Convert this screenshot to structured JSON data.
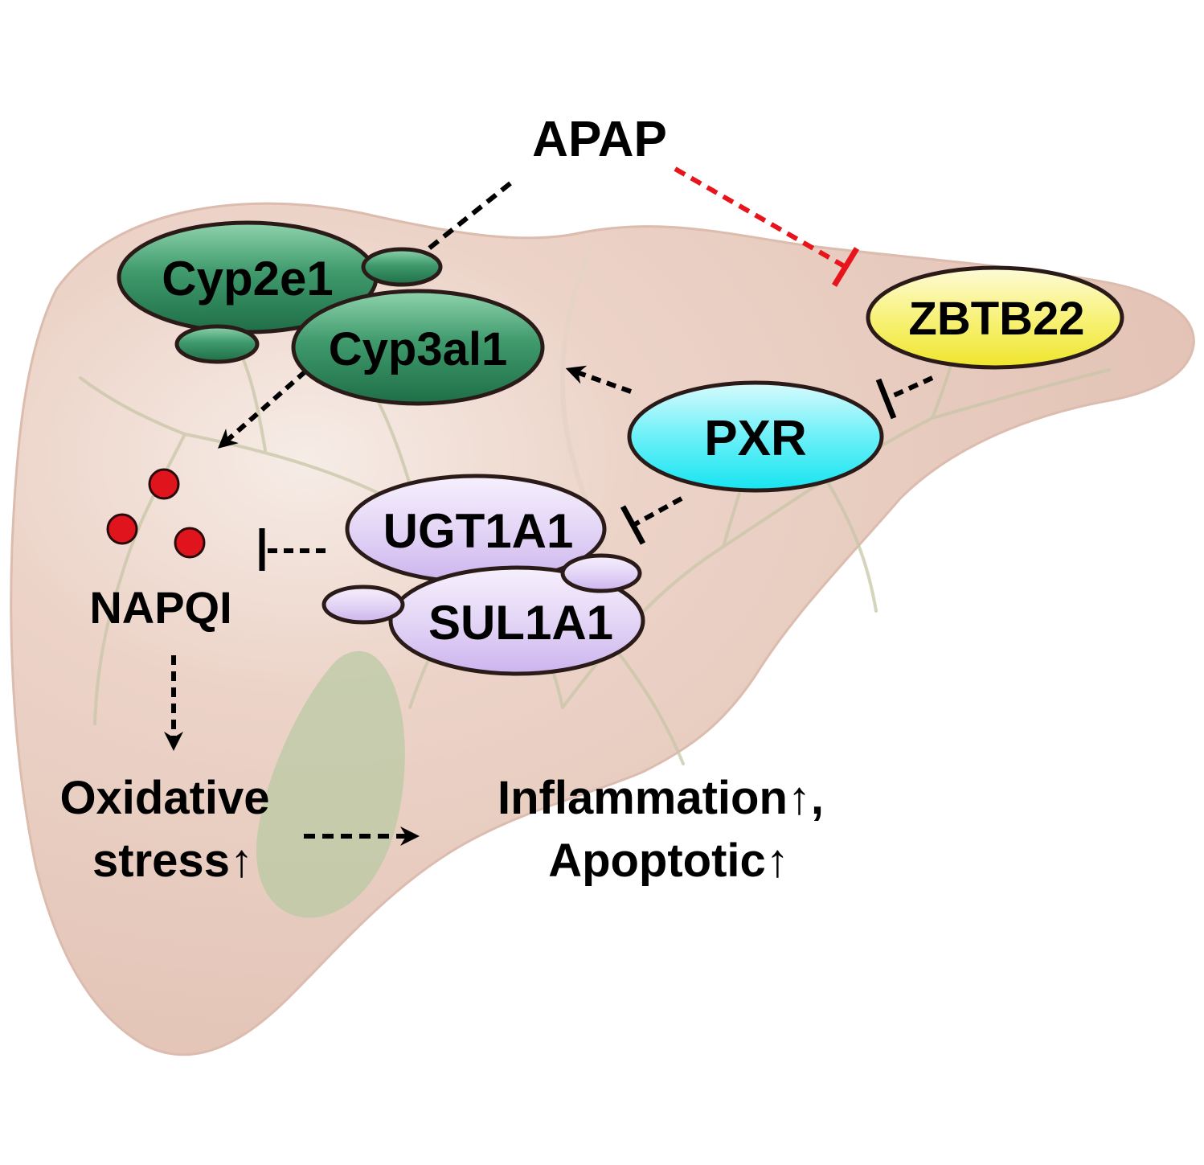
{
  "labels": {
    "apap": "APAP",
    "cyp2e1": "Cyp2e1",
    "cyp3a11": "Cyp3al1",
    "zbtb22": "ZBTB22",
    "pxr": "PXR",
    "ugt1a1": "UGT1A1",
    "sul1a1": "SUL1A1",
    "napqi": "NAPQI",
    "oxidative_line1": "Oxidative",
    "oxidative_line2": "stress↑",
    "outcome_line1": "Inflammation↑,",
    "outcome_line2": "Apoptotic↑"
  },
  "colors": {
    "liver_fill": "#e7c9bd",
    "liver_vessels": "#c9c7a7",
    "gallbladder": "#b7c8a6",
    "cyp_green": "#2e8b5e",
    "pxr_cyan": "#35e6f2",
    "zbtb22_yellow": "#f4ee4a",
    "ugt_sul_purple": "#d9c6f2",
    "napqi_red": "#e0141c",
    "inhibition_red": "#e8141c"
  },
  "edges": [
    {
      "from": "APAP",
      "to": "Cyp2e1",
      "type": "activation",
      "style": "dashed"
    },
    {
      "from": "APAP",
      "to": "ZBTB22",
      "type": "inhibition",
      "style": "dashed",
      "color": "red"
    },
    {
      "from": "ZBTB22",
      "to": "PXR",
      "type": "inhibition",
      "style": "dashed"
    },
    {
      "from": "PXR",
      "to": "Cyp3al1",
      "type": "activation",
      "style": "dashed"
    },
    {
      "from": "PXR",
      "to": "UGT1A1",
      "type": "inhibition",
      "style": "dashed"
    },
    {
      "from": "Cyp3al1",
      "to": "NAPQI",
      "type": "activation",
      "style": "dashed"
    },
    {
      "from": "UGT1A1",
      "to": "NAPQI",
      "type": "inhibition",
      "style": "dashed"
    },
    {
      "from": "NAPQI",
      "to": "Oxidative stress",
      "type": "activation",
      "style": "dashed"
    },
    {
      "from": "Oxidative stress",
      "to": "Inflammation, Apoptotic",
      "type": "activation",
      "style": "dashed"
    }
  ]
}
